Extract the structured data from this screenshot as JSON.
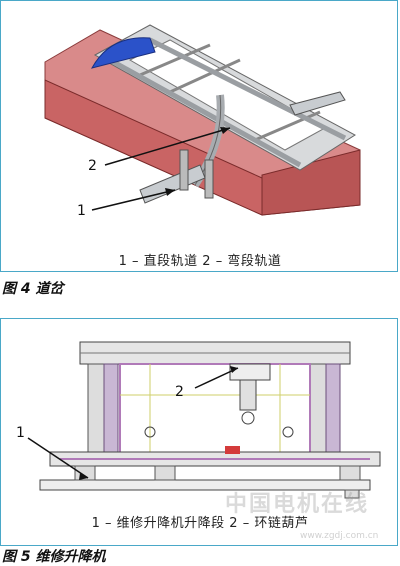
{
  "figure4": {
    "callout_1": "1",
    "callout_2": "2",
    "caption_inner": "1 – 直段轨道   2 – 弯段轨道",
    "title": "图 4  道岔"
  },
  "figure5": {
    "callout_1": "1",
    "callout_2": "2",
    "caption_inner": "1 – 维修升降机升降段  2 – 环链葫芦",
    "title": "图 5  维修升降机"
  },
  "watermark": {
    "text": "中国电机在线",
    "url": "www.zgdj.com.cn"
  },
  "colors": {
    "frame_border": "#4aa8c8",
    "red_structure": "#c96464",
    "blue_shield": "#2b52c9",
    "steel_gray": "#b8bcc0",
    "purple_frame": "#b07ab8"
  }
}
